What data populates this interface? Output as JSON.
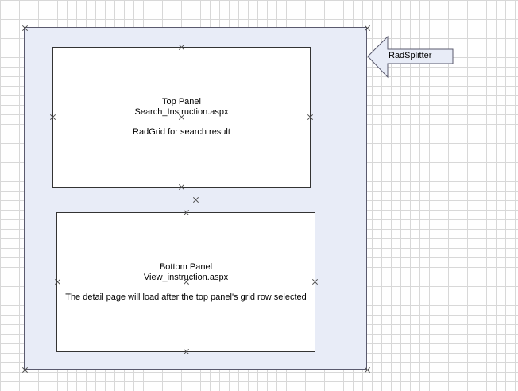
{
  "splitter": {
    "label": "RadSplitter"
  },
  "top_panel": {
    "title": "Top Panel",
    "file": "Search_Instruction.aspx",
    "description": "RadGrid for search result"
  },
  "bottom_panel": {
    "title": "Bottom Panel",
    "file": "View_instruction.aspx",
    "description": "The detail page will load after the top panel's grid row selected"
  },
  "colors": {
    "splitter_fill": "#e8ecf7",
    "panel_fill": "#ffffff",
    "grid_line": "#d8d8d8"
  },
  "icons": {
    "handle": "x-handle-icon",
    "pointer": "left-arrow-icon"
  }
}
